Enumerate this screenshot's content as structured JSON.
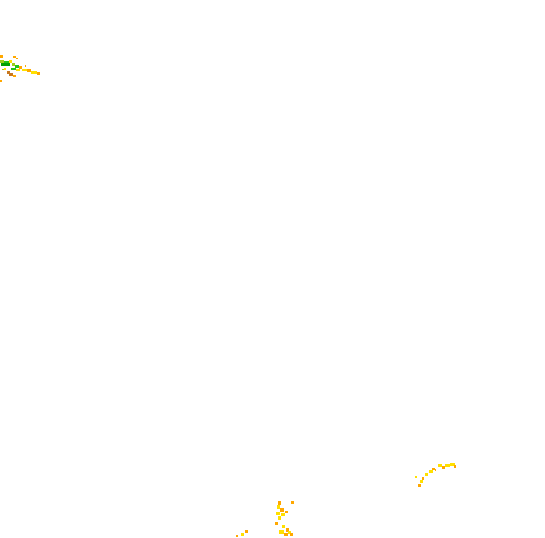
{
  "map": {
    "background_color": "#ffffff",
    "palette": {
      "green_high": "#00a000",
      "green": "#22c41a",
      "yellow_green": "#9ccc1c",
      "yellow": "#ffe000",
      "orange": "#ffa800",
      "brown": "#c87820"
    },
    "features": [
      {
        "id": "cluster-top-left",
        "dominant_class": "green"
      },
      {
        "id": "cluster-bottom-right",
        "dominant_class": "yellow"
      },
      {
        "id": "cluster-bottom-center",
        "dominant_class": "yellow"
      }
    ]
  }
}
